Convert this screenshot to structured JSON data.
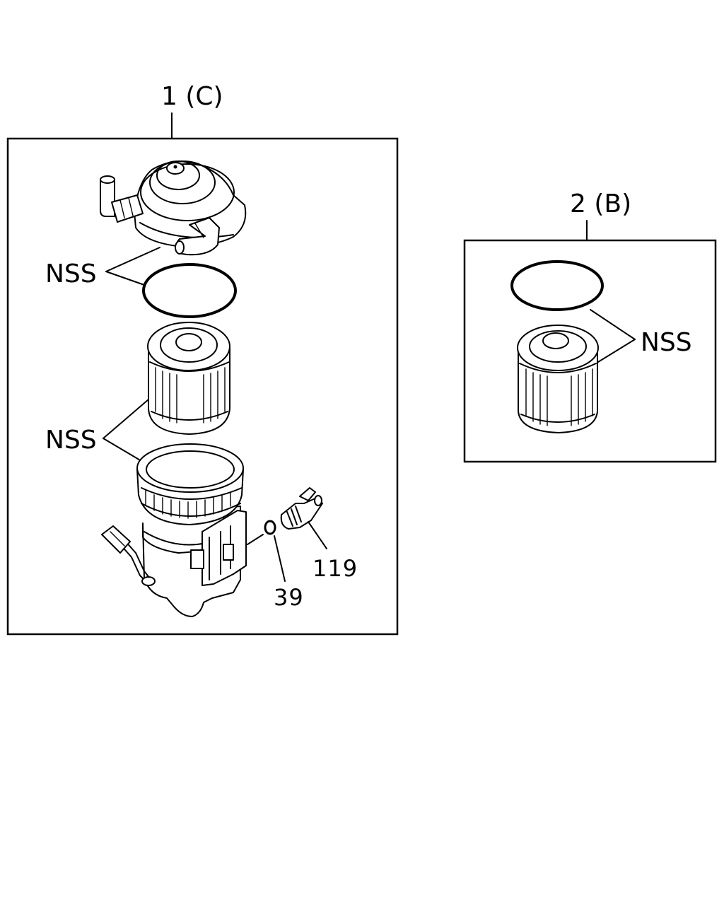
{
  "diagram": {
    "kit_c": {
      "label": "1 (C)",
      "callouts": {
        "head_ring": "NSS",
        "element_bowl": "NSS",
        "washer": "39",
        "sensor": "119"
      }
    },
    "kit_b": {
      "label": "2 (B)",
      "callouts": {
        "ring_element": "NSS"
      }
    }
  }
}
